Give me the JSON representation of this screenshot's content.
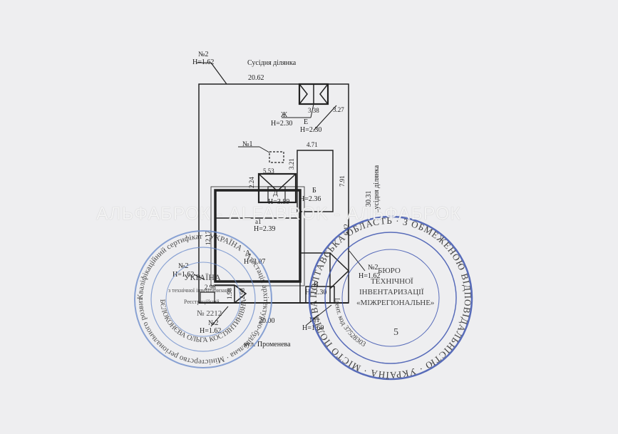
{
  "plan": {
    "neighbor_label": "Сусідня ділянка",
    "neighbor_label_right": "Сусідня ділянка",
    "street_label": "вул. Променева",
    "dims": {
      "top": "20.62",
      "bottom": "20.00",
      "right": "30.31",
      "left": "12.17",
      "b_top": "4.71",
      "b_right": "7.91",
      "zh_w": "3.38",
      "ye_w": "3.27",
      "d_w": "5.53",
      "d_h1": "3.21",
      "d_h2": "2.24",
      "a_side": "6.42",
      "bl_w": "2.98",
      "bl_h1": "1.98",
      "bl_h2": "2.98"
    },
    "marks": {
      "n2_top": "№2",
      "n2_top_h": "H=1.62",
      "n1": "№1",
      "zh": "Ж",
      "zh_h": "H=2.30",
      "ye": "Е",
      "ye_h": "H=2.30",
      "b": "Б",
      "b_h": "H=2.36",
      "d": "Д",
      "d_h": "H=3.89",
      "a1": "а1",
      "a1_h": "H=2.39",
      "a": "А",
      "a_h": "H=3.07",
      "n2_left": "№2",
      "n2_left_h": "H=1.62",
      "n2_bottom": "№2",
      "n2_bottom_h": "H=1.62",
      "n2_right": "№2",
      "n2_right_h": "H=1.62",
      "v": "В",
      "v_h": "H=2.30",
      "n1_bottom": "№1",
      "n1_bottom_h": "H=1.60"
    }
  },
  "watermark": "АЛЬФАБРОК - ALFABROK - АЛЬФАБРОК",
  "stamp_left": {
    "ring_text": "Кваліфікаційний сертифікат · УКРАЇНА · Атестація архітектурно-будівельна · Міністерство регіонального розвитку",
    "center_1": "УКРАЇНА",
    "center_2": "з технічної інвентаризації",
    "center_3": "Реєстраційний",
    "center_4": "№ 2212",
    "name": "БЄЛОКОНЄВА ОЛЬГА КОСТЯНТИНІВНА"
  },
  "stamp_right": {
    "ring_text": "ПОЛТАВСЬКА ОБЛАСТЬ · З ОБМЕЖЕНОЮ ВІДПОВІДАЛЬНІСТЮ · УКРАЇНА · МІСТО ПОЛТАВА",
    "center_1": "БЮРО",
    "center_2": "ТЕХНІЧНОЇ",
    "center_3": "ІНВЕНТАРИЗАЦІЇ",
    "center_4": "«МІЖРЕГІОНАЛЬНЕ»",
    "number": "5",
    "code": "Ідент. код 37528303"
  }
}
